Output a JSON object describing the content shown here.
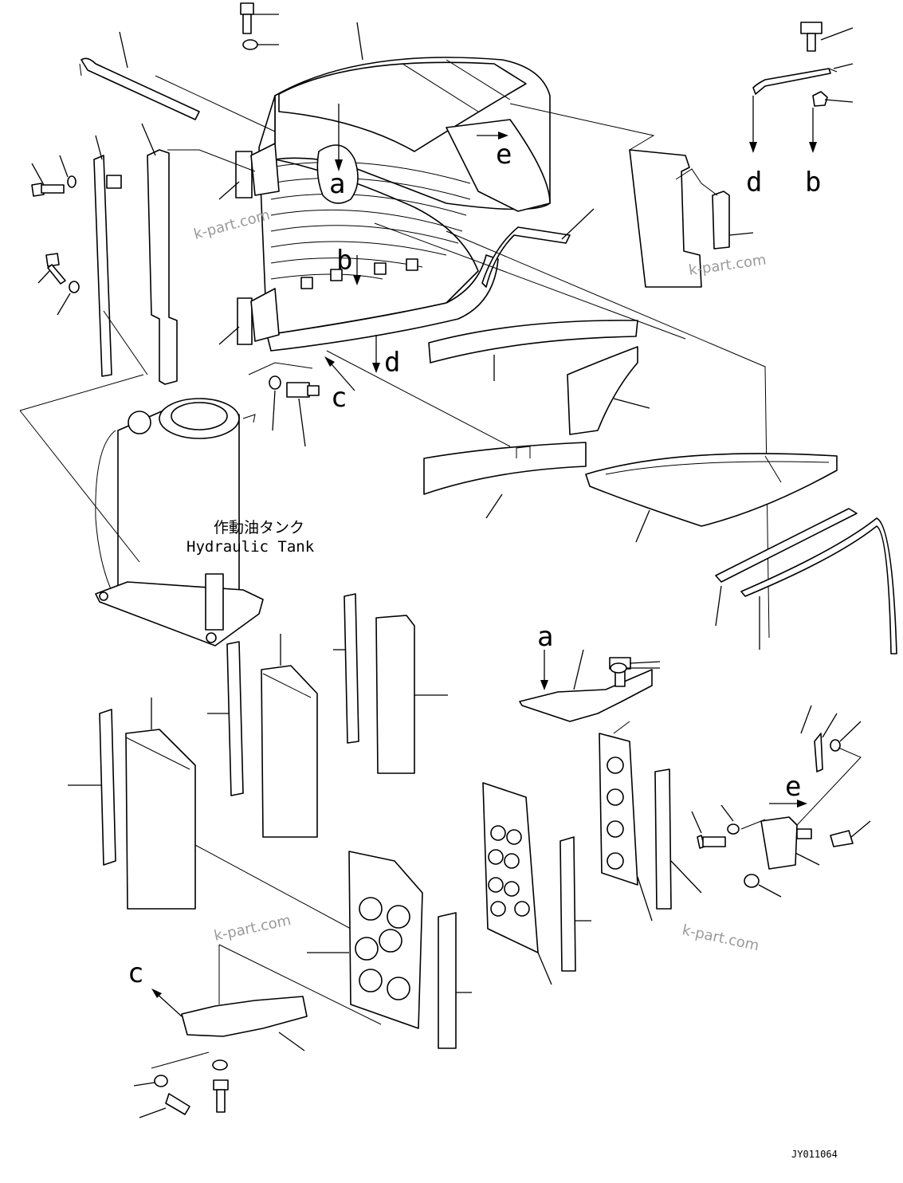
{
  "diagram": {
    "drawing_code": "JY011064",
    "watermark": "k-part.com",
    "tank_label_jp": "作動油タンク",
    "tank_label_en": "Hydraulic Tank",
    "callouts": {
      "a": "a",
      "b": "b",
      "c": "c",
      "d": "d",
      "e": "e"
    }
  }
}
